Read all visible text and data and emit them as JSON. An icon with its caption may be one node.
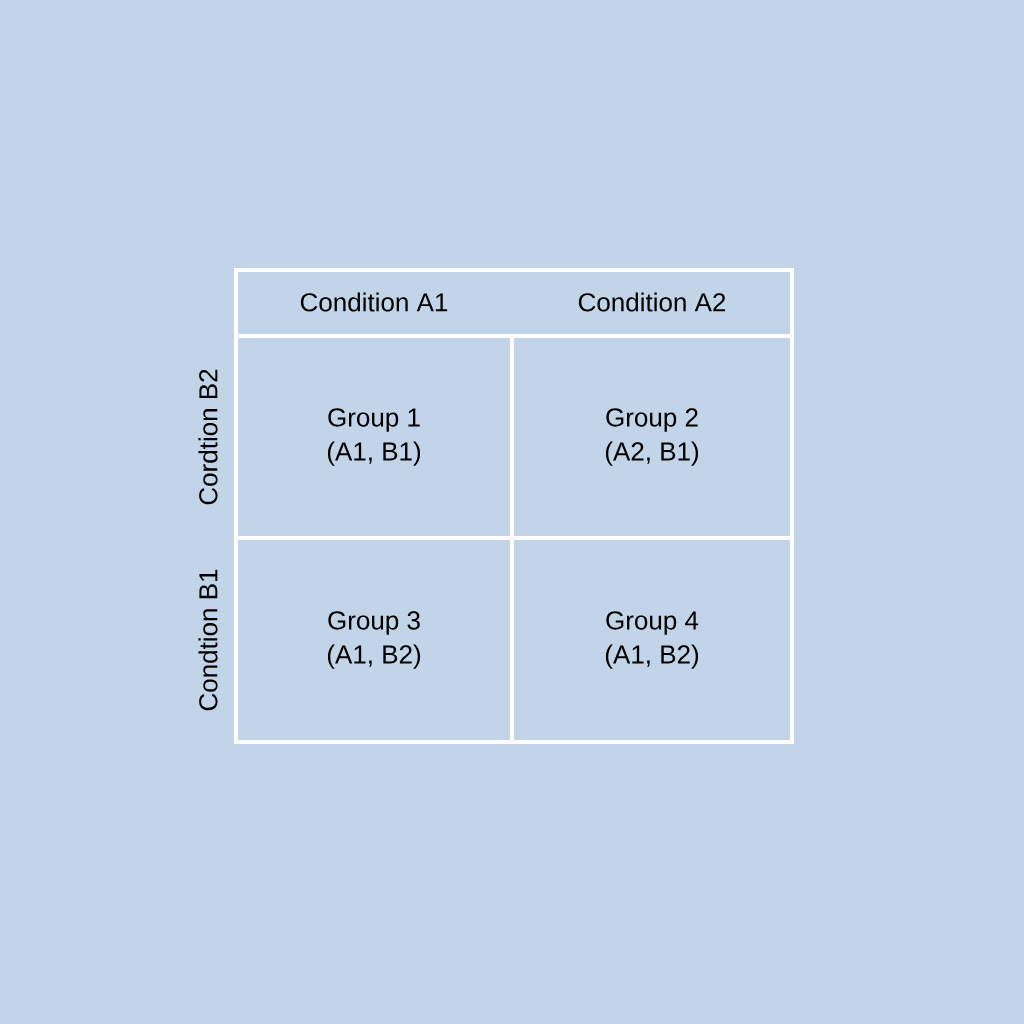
{
  "diagram": {
    "nodes": [
      {
        "text": [
          "Condition A1"
        ]
      },
      {
        "text": [
          "Condition A2"
        ]
      },
      {
        "text": [
          "Group 1",
          "(A1, B1)"
        ]
      },
      {
        "text": [
          "Group 2",
          "(A2, B1)"
        ]
      },
      {
        "text": [
          "Group 3",
          "(A1, B2)"
        ]
      },
      {
        "text": [
          "Group 4",
          "(A1, B2)"
        ]
      }
    ],
    "edges": [],
    "labels": [
      "Cordtion B2",
      "Condtion B1"
    ]
  }
}
